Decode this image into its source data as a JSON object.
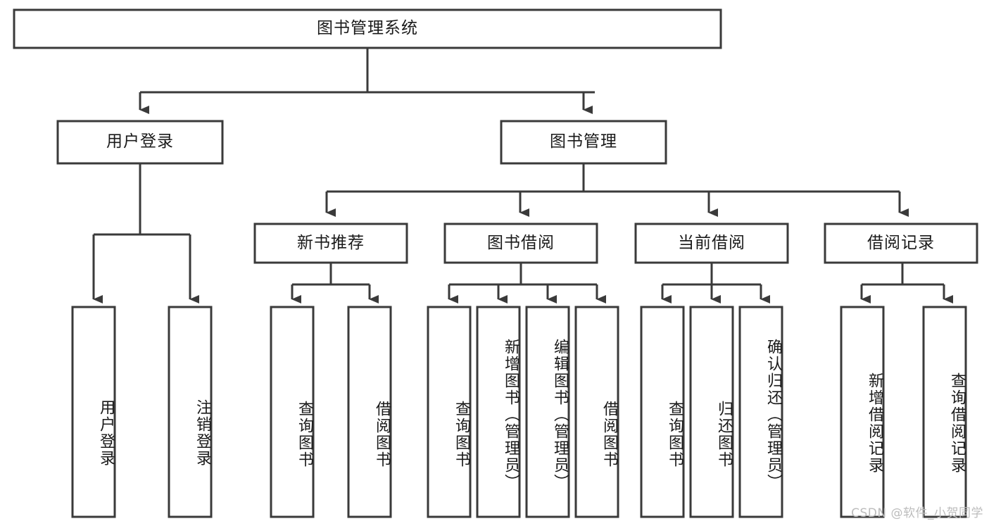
{
  "diagram": {
    "title": "图书管理系统",
    "type": "tree-hierarchy-diagram",
    "watermark": "CSDN @软件_小贺同学",
    "colors": {
      "stroke": "#3a3a3a",
      "fill": "#ffffff",
      "text": "#1a1a1a",
      "watermark": "#bcbcbc"
    },
    "nodes": {
      "root": {
        "label": "图书管理系统"
      },
      "level2": [
        {
          "id": "user-login",
          "label": "用户登录"
        },
        {
          "id": "book-manage",
          "label": "图书管理"
        }
      ],
      "level3": [
        {
          "id": "new-book-rec",
          "label": "新书推荐"
        },
        {
          "id": "book-borrow",
          "label": "图书借阅"
        },
        {
          "id": "current-borrow",
          "label": "当前借阅"
        },
        {
          "id": "borrow-record",
          "label": "借阅记录"
        }
      ],
      "leaves": {
        "user-login": [
          {
            "id": "leaf-user-login",
            "label": "用户登录"
          },
          {
            "id": "leaf-logout",
            "label": "注销登录"
          }
        ],
        "new-book-rec": [
          {
            "id": "leaf-query-book-1",
            "label": "查询图书"
          },
          {
            "id": "leaf-borrow-book-1",
            "label": "借阅图书"
          }
        ],
        "book-borrow": [
          {
            "id": "leaf-query-book-2",
            "label": "查询图书"
          },
          {
            "id": "leaf-add-book",
            "label": "新增图书（管理员）"
          },
          {
            "id": "leaf-edit-book",
            "label": "编辑图书（管理员）"
          },
          {
            "id": "leaf-borrow-book-2",
            "label": "借阅图书"
          }
        ],
        "current-borrow": [
          {
            "id": "leaf-query-book-3",
            "label": "查询图书"
          },
          {
            "id": "leaf-return-book",
            "label": "归还图书"
          },
          {
            "id": "leaf-confirm-return",
            "label": "确认归还（管理员）"
          }
        ],
        "borrow-record": [
          {
            "id": "leaf-add-record",
            "label": "新增借阅记录"
          },
          {
            "id": "leaf-query-record",
            "label": "查询借阅记录"
          }
        ]
      }
    }
  }
}
